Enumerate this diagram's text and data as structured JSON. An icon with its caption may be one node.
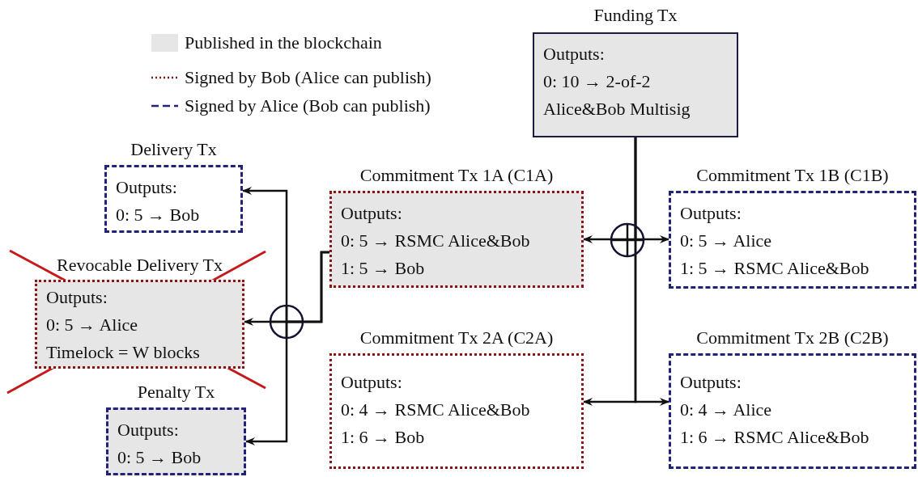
{
  "diagram": {
    "nodes": [
      {
        "text": [
          "Funding Tx",
          "Outputs:",
          "0: 10 → 2-of-2 Alice&Bob Multisig"
        ]
      },
      {
        "text": [
          "Delivery Tx",
          "Outputs:",
          "0: 5 → Bob"
        ]
      },
      {
        "text": [
          "Commitment Tx 1A (C1A)",
          "Outputs:",
          "0: 5 → RSMC Alice&Bob",
          "1: 5 → Bob"
        ]
      },
      {
        "text": [
          "Commitment Tx 1B (C1B)",
          "Outputs:",
          "0: 5 → Alice",
          "1: 5 → RSMC Alice&Bob"
        ]
      },
      {
        "text": [
          "Revocable Delivery Tx",
          "Outputs:",
          "0: 5 → Alice",
          "Timelock = W blocks"
        ]
      },
      {
        "text": [
          "Commitment Tx 2A (C2A)",
          "Outputs:",
          "0: 4 → RSMC Alice&Bob",
          "1: 6 → Bob"
        ]
      },
      {
        "text": [
          "Commitment Tx 2B (C2B)",
          "Outputs:",
          "0: 4 → Alice",
          "1: 6 → RSMC Alice&Bob"
        ]
      },
      {
        "text": [
          "Penalty Tx",
          "Outputs:",
          "0: 5 → Bob"
        ]
      }
    ],
    "edges": [
      {
        "from": 0,
        "to": 2,
        "arrow": "to"
      },
      {
        "from": 0,
        "to": 3,
        "arrow": "to"
      },
      {
        "from": 0,
        "to": 5,
        "arrow": "to"
      },
      {
        "from": 0,
        "to": 6,
        "arrow": "to"
      },
      {
        "from": 2,
        "to": 1,
        "arrow": "to"
      },
      {
        "from": 2,
        "to": 4,
        "arrow": "to"
      },
      {
        "from": 2,
        "to": 7,
        "arrow": "to"
      }
    ],
    "legend": [
      {
        "text": "Published in the blockchain",
        "color": "#e6e6e6"
      },
      {
        "text": "Signed by Bob (Alice can publish)"
      },
      {
        "text": "Signed by Alice (Bob can publish)"
      }
    ]
  }
}
